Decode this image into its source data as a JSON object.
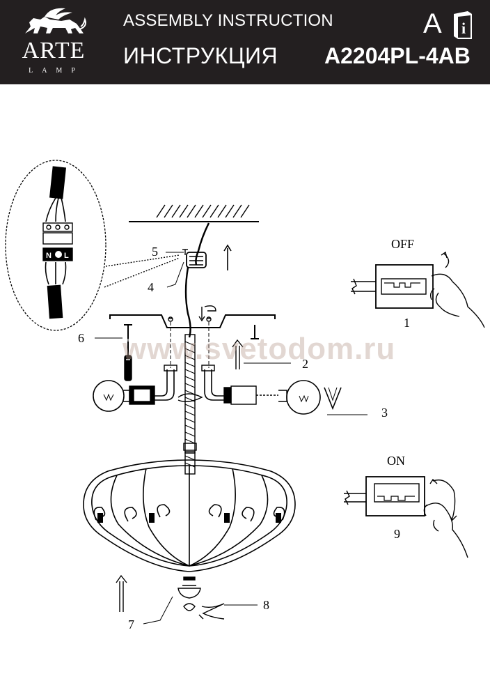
{
  "header": {
    "brand": "ARTE",
    "brand_sub": "LAMP",
    "title_en": "ASSEMBLY INSTRUCTION",
    "title_ru": "ИНСТРУКЦИЯ",
    "lang_letter": "A",
    "info_glyph": "i",
    "model": "A2204PL-4AB"
  },
  "watermark": "www.svetodom.ru",
  "terminal": {
    "n": "N",
    "l": "L"
  },
  "switch_states": {
    "off": "OFF",
    "on": "ON"
  },
  "steps": [
    "1",
    "2",
    "3",
    "4",
    "5",
    "6",
    "7",
    "8",
    "9"
  ],
  "icons": [
    "lion-logo-icon",
    "book-info-icon",
    "ground-symbol-icon",
    "hand-icon",
    "screwdriver-icon",
    "bulb-icon",
    "arrow-up-icon"
  ]
}
